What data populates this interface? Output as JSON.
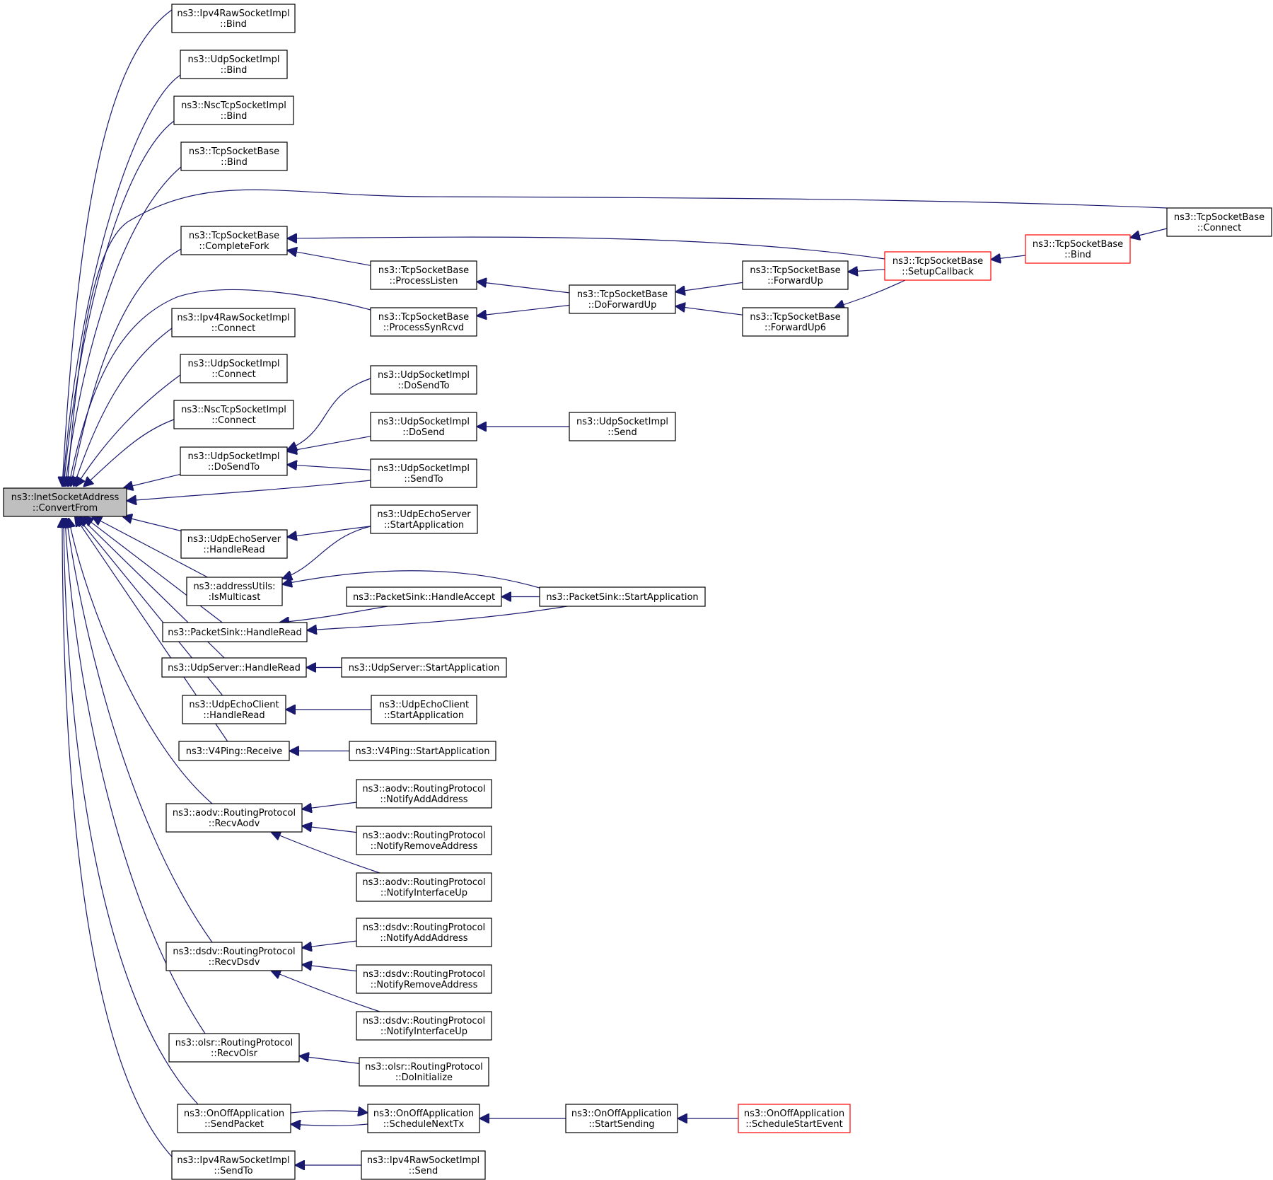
{
  "colors": {
    "edge": "#191970",
    "node_border": "#000000",
    "truncated_border": "#ff0000",
    "root_fill": "#bfbfbf",
    "node_fill": "#ffffff"
  },
  "nodes": [
    {
      "id": "root",
      "lines": [
        "ns3::InetSocketAddress",
        "::ConvertFrom"
      ],
      "style": "root"
    },
    {
      "id": "ipv4raw_bind",
      "lines": [
        "ns3::Ipv4RawSocketImpl",
        "::Bind"
      ]
    },
    {
      "id": "udp_bind",
      "lines": [
        "ns3::UdpSocketImpl",
        "::Bind"
      ]
    },
    {
      "id": "nsc_bind",
      "lines": [
        "ns3::NscTcpSocketImpl",
        "::Bind"
      ]
    },
    {
      "id": "tcp_bind",
      "lines": [
        "ns3::TcpSocketBase",
        "::Bind"
      ]
    },
    {
      "id": "tcp_connect",
      "lines": [
        "ns3::TcpSocketBase",
        "::Connect"
      ]
    },
    {
      "id": "tcp_completefork",
      "lines": [
        "ns3::TcpSocketBase",
        "::CompleteFork"
      ]
    },
    {
      "id": "tcp_setupcallback",
      "lines": [
        "ns3::TcpSocketBase",
        "::SetupCallback"
      ],
      "style": "trunc"
    },
    {
      "id": "tcp_bind2",
      "lines": [
        "ns3::TcpSocketBase",
        "::Bind"
      ],
      "style": "trunc"
    },
    {
      "id": "tcp_processlisten",
      "lines": [
        "ns3::TcpSocketBase",
        "::ProcessListen"
      ]
    },
    {
      "id": "tcp_doforwardup",
      "lines": [
        "ns3::TcpSocketBase",
        "::DoForwardUp"
      ]
    },
    {
      "id": "tcp_forwardup",
      "lines": [
        "ns3::TcpSocketBase",
        "::ForwardUp"
      ]
    },
    {
      "id": "tcp_forwardup6",
      "lines": [
        "ns3::TcpSocketBase",
        "::ForwardUp6"
      ]
    },
    {
      "id": "tcp_processsynrcvd",
      "lines": [
        "ns3::TcpSocketBase",
        "::ProcessSynRcvd"
      ]
    },
    {
      "id": "ipv4raw_connect",
      "lines": [
        "ns3::Ipv4RawSocketImpl",
        "::Connect"
      ]
    },
    {
      "id": "udp_connect",
      "lines": [
        "ns3::UdpSocketImpl",
        "::Connect"
      ]
    },
    {
      "id": "nsc_connect",
      "lines": [
        "ns3::NscTcpSocketImpl",
        "::Connect"
      ]
    },
    {
      "id": "udp_dosendto",
      "lines": [
        "ns3::UdpSocketImpl",
        "::DoSendTo"
      ]
    },
    {
      "id": "udp_dosendto2",
      "lines": [
        "ns3::UdpSocketImpl",
        "::DoSendTo"
      ]
    },
    {
      "id": "udp_dosend",
      "lines": [
        "ns3::UdpSocketImpl",
        "::DoSend"
      ]
    },
    {
      "id": "udp_send",
      "lines": [
        "ns3::UdpSocketImpl",
        "::Send"
      ]
    },
    {
      "id": "udp_sendto",
      "lines": [
        "ns3::UdpSocketImpl",
        "::SendTo"
      ]
    },
    {
      "id": "echoserver_handleread",
      "lines": [
        "ns3::UdpEchoServer",
        "::HandleRead"
      ]
    },
    {
      "id": "echoserver_start",
      "lines": [
        "ns3::UdpEchoServer",
        "::StartApplication"
      ]
    },
    {
      "id": "addressutils",
      "lines": [
        "ns3::addressUtils:",
        ":IsMulticast"
      ]
    },
    {
      "id": "packetsink_accept",
      "lines": [
        "ns3::PacketSink::HandleAccept"
      ]
    },
    {
      "id": "packetsink_start",
      "lines": [
        "ns3::PacketSink::StartApplication"
      ]
    },
    {
      "id": "packetsink_handleread",
      "lines": [
        "ns3::PacketSink::HandleRead"
      ]
    },
    {
      "id": "udpserver_handleread",
      "lines": [
        "ns3::UdpServer::HandleRead"
      ]
    },
    {
      "id": "udpserver_start",
      "lines": [
        "ns3::UdpServer::StartApplication"
      ]
    },
    {
      "id": "echoclient_handleread",
      "lines": [
        "ns3::UdpEchoClient",
        "::HandleRead"
      ]
    },
    {
      "id": "echoclient_start",
      "lines": [
        "ns3::UdpEchoClient",
        "::StartApplication"
      ]
    },
    {
      "id": "v4ping_receive",
      "lines": [
        "ns3::V4Ping::Receive"
      ]
    },
    {
      "id": "v4ping_start",
      "lines": [
        "ns3::V4Ping::StartApplication"
      ]
    },
    {
      "id": "aodv_recv",
      "lines": [
        "ns3::aodv::RoutingProtocol",
        "::RecvAodv"
      ]
    },
    {
      "id": "aodv_addaddr",
      "lines": [
        "ns3::aodv::RoutingProtocol",
        "::NotifyAddAddress"
      ]
    },
    {
      "id": "aodv_removeaddr",
      "lines": [
        "ns3::aodv::RoutingProtocol",
        "::NotifyRemoveAddress"
      ]
    },
    {
      "id": "aodv_ifup",
      "lines": [
        "ns3::aodv::RoutingProtocol",
        "::NotifyInterfaceUp"
      ]
    },
    {
      "id": "dsdv_recv",
      "lines": [
        "ns3::dsdv::RoutingProtocol",
        "::RecvDsdv"
      ]
    },
    {
      "id": "dsdv_addaddr",
      "lines": [
        "ns3::dsdv::RoutingProtocol",
        "::NotifyAddAddress"
      ]
    },
    {
      "id": "dsdv_removeaddr",
      "lines": [
        "ns3::dsdv::RoutingProtocol",
        "::NotifyRemoveAddress"
      ]
    },
    {
      "id": "dsdv_ifup",
      "lines": [
        "ns3::dsdv::RoutingProtocol",
        "::NotifyInterfaceUp"
      ]
    },
    {
      "id": "olsr_recv",
      "lines": [
        "ns3::olsr::RoutingProtocol",
        "::RecvOlsr"
      ]
    },
    {
      "id": "olsr_init",
      "lines": [
        "ns3::olsr::RoutingProtocol",
        "::DoInitialize"
      ]
    },
    {
      "id": "onoff_sendpacket",
      "lines": [
        "ns3::OnOffApplication",
        "::SendPacket"
      ]
    },
    {
      "id": "onoff_schedulenext",
      "lines": [
        "ns3::OnOffApplication",
        "::ScheduleNextTx"
      ]
    },
    {
      "id": "onoff_startsending",
      "lines": [
        "ns3::OnOffApplication",
        "::StartSending"
      ]
    },
    {
      "id": "onoff_schedulestart",
      "lines": [
        "ns3::OnOffApplication",
        "::ScheduleStartEvent"
      ],
      "style": "trunc"
    },
    {
      "id": "ipv4raw_sendto",
      "lines": [
        "ns3::Ipv4RawSocketImpl",
        "::SendTo"
      ]
    },
    {
      "id": "ipv4raw_send",
      "lines": [
        "ns3::Ipv4RawSocketImpl",
        "::Send"
      ]
    }
  ],
  "edges": [
    {
      "from": "ipv4raw_bind",
      "to": "root"
    },
    {
      "from": "udp_bind",
      "to": "root"
    },
    {
      "from": "nsc_bind",
      "to": "root"
    },
    {
      "from": "tcp_bind",
      "to": "root"
    },
    {
      "from": "tcp_connect",
      "to": "root"
    },
    {
      "from": "tcp_completefork",
      "to": "root"
    },
    {
      "from": "tcp_processsynrcvd",
      "to": "root"
    },
    {
      "from": "ipv4raw_connect",
      "to": "root"
    },
    {
      "from": "udp_connect",
      "to": "root"
    },
    {
      "from": "nsc_connect",
      "to": "root"
    },
    {
      "from": "udp_dosendto",
      "to": "root"
    },
    {
      "from": "udp_sendto",
      "to": "root"
    },
    {
      "from": "echoserver_handleread",
      "to": "root"
    },
    {
      "from": "addressutils",
      "to": "root"
    },
    {
      "from": "packetsink_handleread",
      "to": "root"
    },
    {
      "from": "udpserver_handleread",
      "to": "root"
    },
    {
      "from": "echoclient_handleread",
      "to": "root"
    },
    {
      "from": "v4ping_receive",
      "to": "root"
    },
    {
      "from": "aodv_recv",
      "to": "root"
    },
    {
      "from": "dsdv_recv",
      "to": "root"
    },
    {
      "from": "olsr_recv",
      "to": "root"
    },
    {
      "from": "onoff_sendpacket",
      "to": "root"
    },
    {
      "from": "ipv4raw_sendto",
      "to": "root"
    },
    {
      "from": "tcp_setupcallback",
      "to": "tcp_completefork"
    },
    {
      "from": "tcp_processlisten",
      "to": "tcp_completefork"
    },
    {
      "from": "tcp_bind2",
      "to": "tcp_setupcallback"
    },
    {
      "from": "tcp_connect",
      "to": "tcp_bind2"
    },
    {
      "from": "tcp_doforwardup",
      "to": "tcp_processlisten"
    },
    {
      "from": "tcp_doforwardup",
      "to": "tcp_processsynrcvd"
    },
    {
      "from": "tcp_forwardup",
      "to": "tcp_doforwardup"
    },
    {
      "from": "tcp_forwardup6",
      "to": "tcp_doforwardup"
    },
    {
      "from": "tcp_setupcallback",
      "to": "tcp_forwardup"
    },
    {
      "from": "tcp_setupcallback",
      "to": "tcp_forwardup6"
    },
    {
      "from": "udp_dosendto2",
      "to": "udp_dosendto"
    },
    {
      "from": "udp_dosend",
      "to": "udp_dosendto"
    },
    {
      "from": "udp_sendto",
      "to": "udp_dosendto"
    },
    {
      "from": "udp_send",
      "to": "udp_dosend"
    },
    {
      "from": "echoserver_start",
      "to": "echoserver_handleread"
    },
    {
      "from": "echoserver_start",
      "to": "addressutils"
    },
    {
      "from": "packetsink_start",
      "to": "addressutils"
    },
    {
      "from": "packetsink_start",
      "to": "packetsink_accept"
    },
    {
      "from": "packetsink_accept",
      "to": "packetsink_handleread"
    },
    {
      "from": "packetsink_start",
      "to": "packetsink_handleread"
    },
    {
      "from": "udpserver_start",
      "to": "udpserver_handleread"
    },
    {
      "from": "echoclient_start",
      "to": "echoclient_handleread"
    },
    {
      "from": "v4ping_start",
      "to": "v4ping_receive"
    },
    {
      "from": "aodv_addaddr",
      "to": "aodv_recv"
    },
    {
      "from": "aodv_removeaddr",
      "to": "aodv_recv"
    },
    {
      "from": "aodv_ifup",
      "to": "aodv_recv"
    },
    {
      "from": "dsdv_addaddr",
      "to": "dsdv_recv"
    },
    {
      "from": "dsdv_removeaddr",
      "to": "dsdv_recv"
    },
    {
      "from": "dsdv_ifup",
      "to": "dsdv_recv"
    },
    {
      "from": "olsr_init",
      "to": "olsr_recv"
    },
    {
      "from": "onoff_schedulenext",
      "to": "onoff_sendpacket"
    },
    {
      "from": "onoff_sendpacket",
      "to": "onoff_schedulenext"
    },
    {
      "from": "onoff_startsending",
      "to": "onoff_schedulenext"
    },
    {
      "from": "onoff_schedulestart",
      "to": "onoff_startsending"
    },
    {
      "from": "ipv4raw_send",
      "to": "ipv4raw_sendto"
    }
  ]
}
